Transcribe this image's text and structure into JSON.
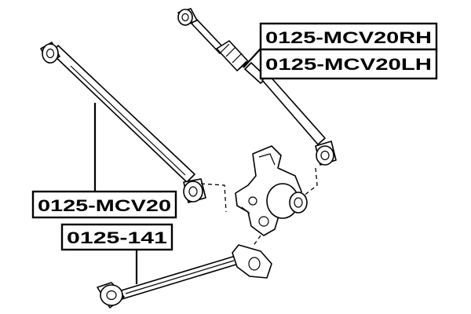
{
  "labels": {
    "upper_arm_rh": "0125-MCV20RH",
    "upper_arm_lh": "0125-MCV20LH",
    "lateral_arm": "0125-MCV20",
    "trailing_arm": "0125-141"
  },
  "colors": {
    "line": "#000000",
    "background": "#ffffff"
  }
}
